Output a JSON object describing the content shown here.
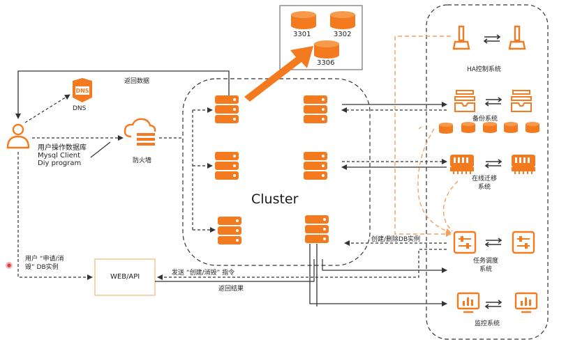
{
  "colors": {
    "accent": "#f47a20",
    "line": "#333333",
    "dashed_orange": "#f4a060",
    "box_border": "#f6c08c"
  },
  "db_ports": {
    "p3301": "3301",
    "p3302": "3302",
    "p3306": "3306"
  },
  "labels": {
    "return_data": "返回数据",
    "dns": "DNS",
    "firewall": "防火墙",
    "user_db_line1": "用户操作数据库",
    "user_db_line2": "Mysql Client",
    "user_db_line3": "Diy program",
    "cluster": "Cluster",
    "user_req_line1": "用户 “申请/消",
    "user_req_line2": "毁” DB实例",
    "web_api": "WEB/API",
    "send_cmd": "发送 “创建/消毁” 指令",
    "return_result": "返回结果",
    "create_delete": "创建/删除DB实例",
    "ha": "HA控制系统",
    "backup": "备份系统",
    "migrate_line1": "在线迁移",
    "migrate_line2": "系统",
    "schedule_line1": "任务调度",
    "schedule_line2": "系统",
    "monitor": "监控系统"
  },
  "icons": [
    "dns-icon",
    "user-icon",
    "cloud-firewall-icon",
    "server-icon",
    "database-icon",
    "ha-icon",
    "backup-icon",
    "memory-icon",
    "scheduler-icon",
    "monitor-icon"
  ]
}
